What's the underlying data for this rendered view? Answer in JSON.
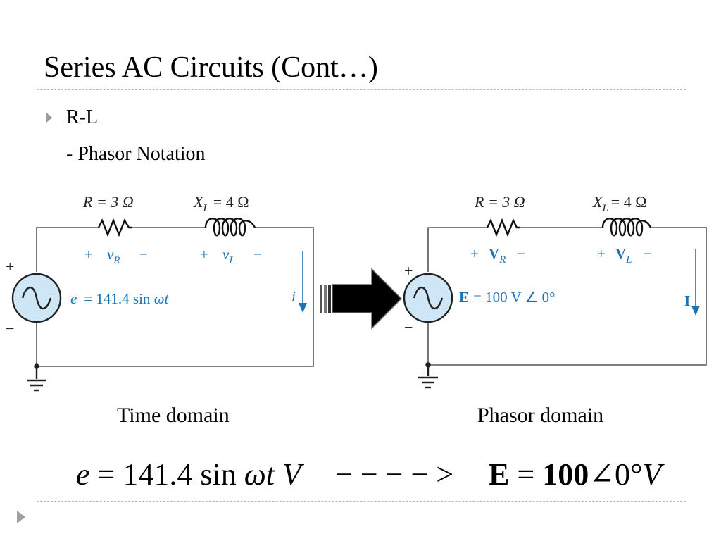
{
  "slide": {
    "title": "Series AC Circuits (Cont…)",
    "bullet": "R-L",
    "sub_bullet": "- Phasor Notation"
  },
  "time_circuit": {
    "resistor_label": "R = 3 Ω",
    "inductor_label_sym": "X",
    "inductor_label_sub": "L",
    "inductor_label_val": "= 4 Ω",
    "vr_plus": "+",
    "vr_sym": "v",
    "vr_sub": "R",
    "vr_minus": "−",
    "vl_plus": "+",
    "vl_sym": "v",
    "vl_sub": "L",
    "vl_minus": "−",
    "source_plus": "+",
    "source_minus": "−",
    "source_eq_sym": "e",
    "source_eq_rest": "=  141.4 sin ",
    "source_eq_wt": "ωt",
    "current_label": "i"
  },
  "phasor_circuit": {
    "resistor_label": "R = 3 Ω",
    "inductor_label_sym": "X",
    "inductor_label_sub": "L",
    "inductor_label_val": "= 4 Ω",
    "vr_plus": "+",
    "vr_sym": "V",
    "vr_sub": "R",
    "vr_minus": "−",
    "vl_plus": "+",
    "vl_sym": "V",
    "vl_sub": "L",
    "vl_minus": "−",
    "source_plus": "+",
    "source_minus": "−",
    "source_eq_sym": "E",
    "source_eq_rest": "= 100 V ∠ 0°",
    "current_label": "I"
  },
  "captions": {
    "time": "Time domain",
    "phasor": "Phasor domain"
  },
  "equations": {
    "time_e": "e",
    "time_eq": " = 141.4 sin ",
    "time_wt": "ωt",
    "time_unit": " V",
    "arrow": "− − − − >",
    "phasor_E": "E",
    "phasor_eq": " = ",
    "phasor_mag": "100",
    "phasor_angle": "∠0°",
    "phasor_unit": "V"
  },
  "colors": {
    "circuit_text_blue": "#1a73b5",
    "source_fill": "#cfe6f6",
    "wire": "#555555"
  }
}
